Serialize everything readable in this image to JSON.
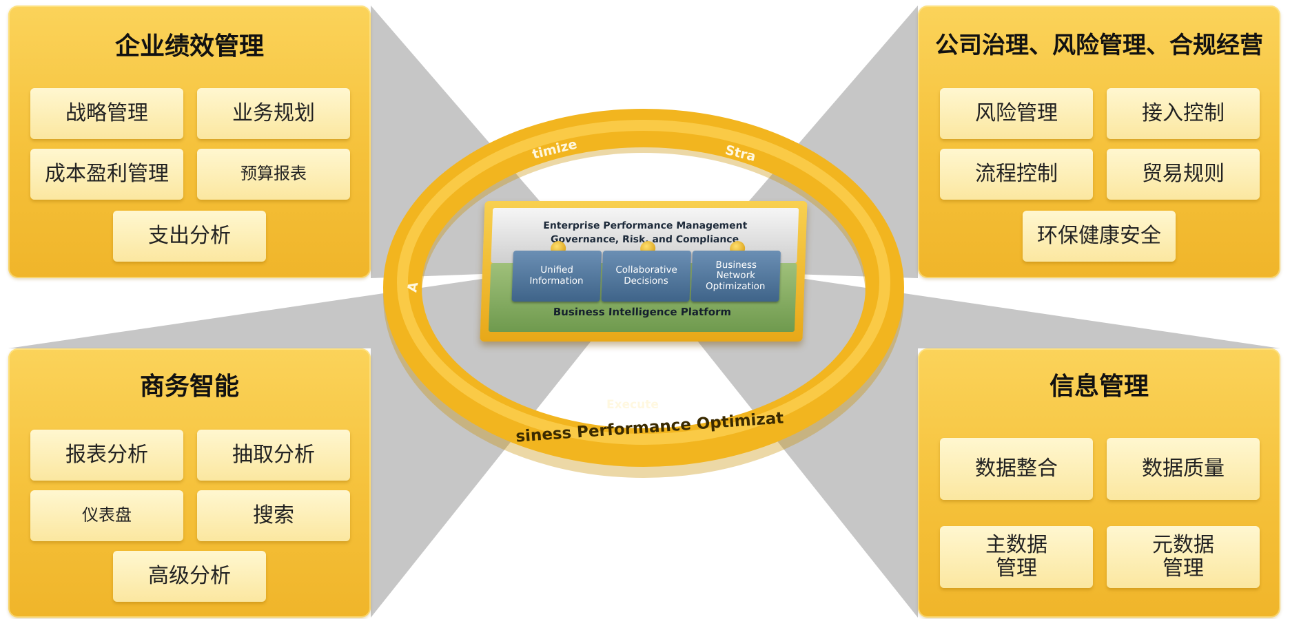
{
  "panels": {
    "epm": {
      "title": "企业绩效管理",
      "items": [
        "战略管理",
        "业务规划",
        "成本盈利管理",
        "预算报表",
        "支出分析"
      ]
    },
    "grc": {
      "title": "公司治理、风险管理、合规经营",
      "items": [
        "风险管理",
        "接入控制",
        "流程控制",
        "贸易规则",
        "环保健康安全"
      ]
    },
    "bi": {
      "title": "商务智能",
      "items": [
        "报表分析",
        "抽取分析",
        "仪表盘",
        "搜索",
        "高级分析"
      ]
    },
    "im": {
      "title": "信息管理",
      "items": [
        "数据整合",
        "数据质量",
        "主数据\n管理",
        "元数据\n管理"
      ]
    }
  },
  "center": {
    "ring": {
      "optimize": "timize",
      "strategy": "Stra",
      "analyze": "A",
      "execute": "Execute",
      "bottom": "siness Performance Optimizat"
    },
    "platform": {
      "line1": "Enterprise Performance Management",
      "line2": "Governance, Risk, and Compliance",
      "pillars": [
        "Unified\nInformation",
        "Collaborative\nDecisions",
        "Business\nNetwork\nOptimization"
      ],
      "base_label": "Business Intelligence Platform"
    }
  },
  "colors": {
    "panel": "#f5c13a",
    "box": "#fbe7a0",
    "ray": "#c8c8c8",
    "ring": "#f2b51f",
    "pillar": "#4f739a"
  }
}
